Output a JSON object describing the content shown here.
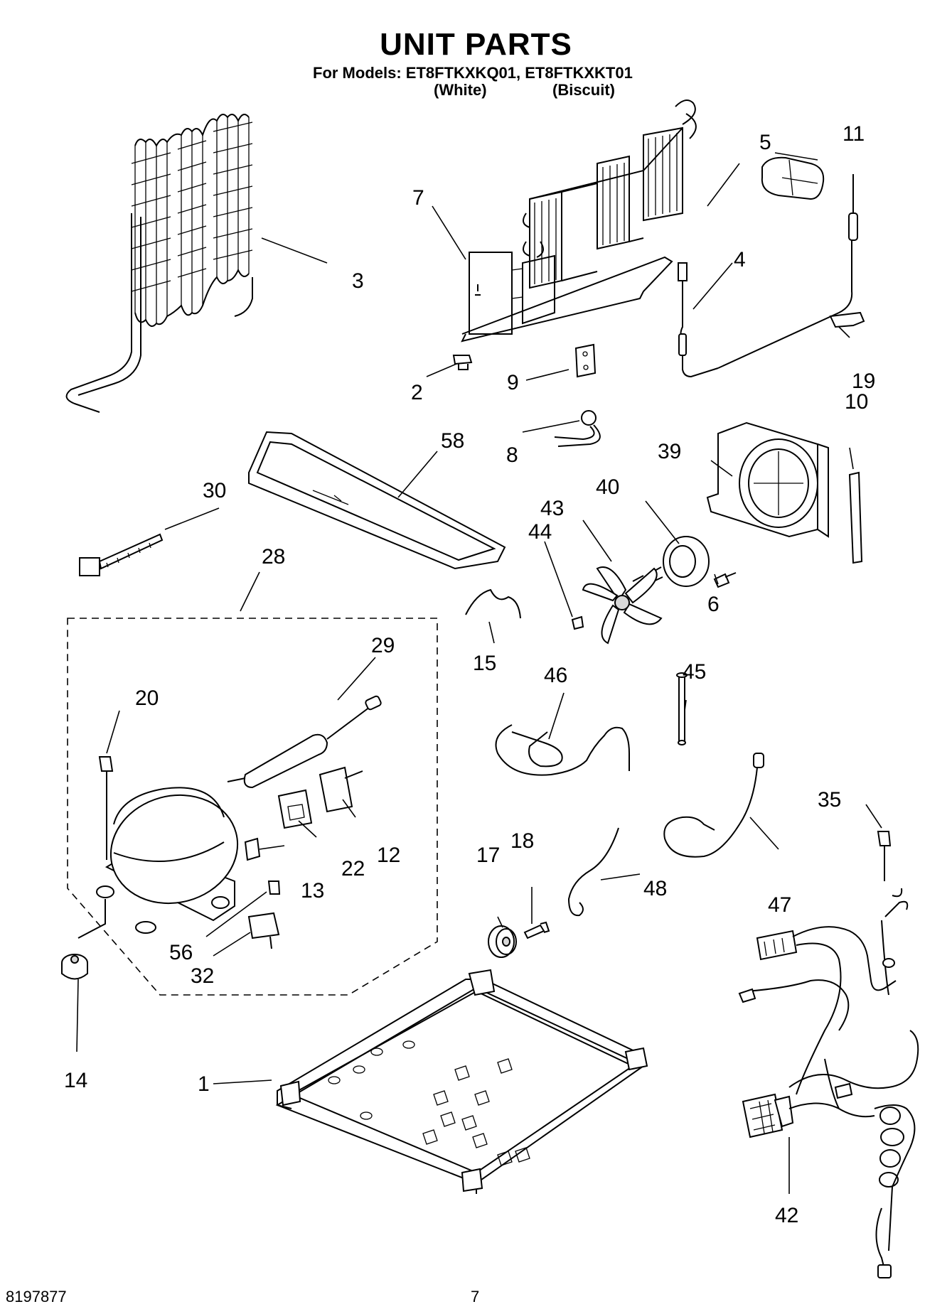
{
  "page": {
    "title": "UNIT PARTS",
    "models_line": "For Models: ET8FTKXKQ01, ET8FTKXKT01",
    "color_white": "(White)",
    "color_biscuit": "(Biscuit)",
    "doc_number": "8197877",
    "page_number": "7"
  },
  "callouts": [
    "1",
    "2",
    "3",
    "4",
    "5",
    "6",
    "7",
    "8",
    "9",
    "10",
    "11",
    "12",
    "13",
    "14",
    "15",
    "17",
    "18",
    "19",
    "20",
    "22",
    "28",
    "29",
    "30",
    "32",
    "35",
    "39",
    "40",
    "42",
    "43",
    "44",
    "45",
    "46",
    "47",
    "48",
    "56",
    "58"
  ]
}
